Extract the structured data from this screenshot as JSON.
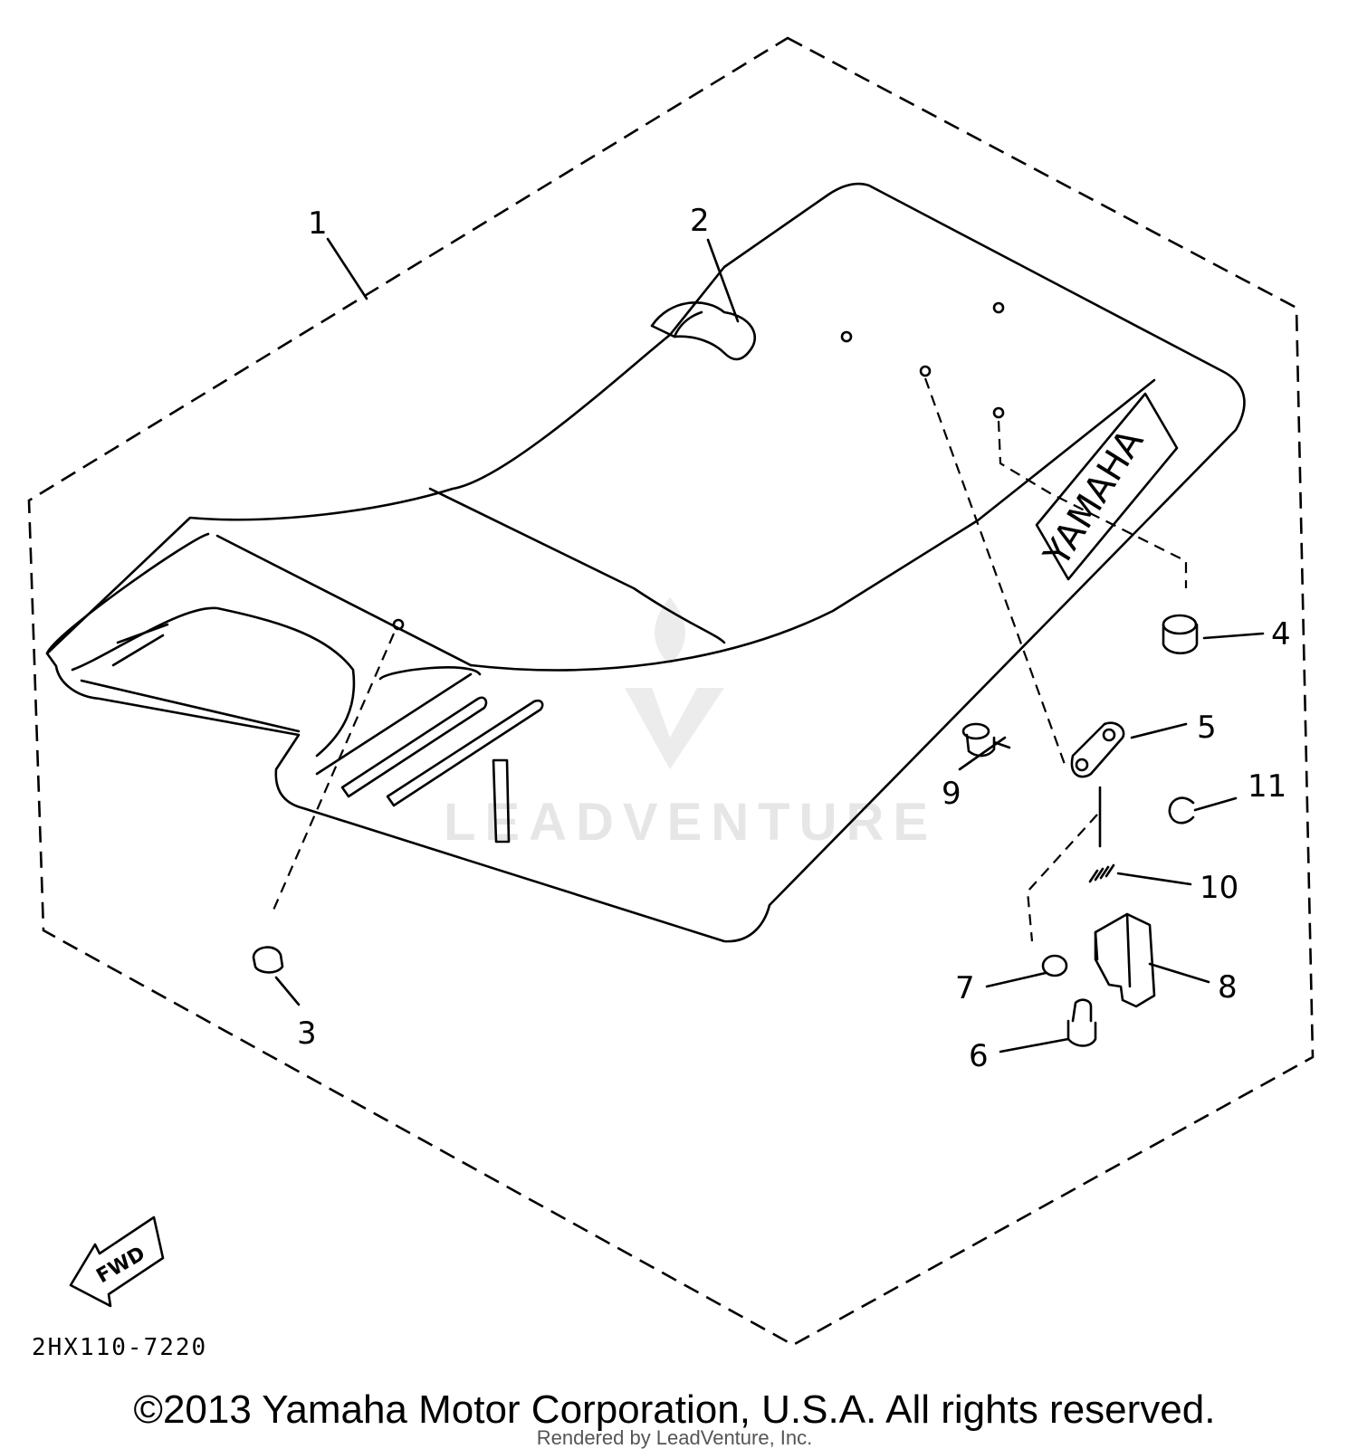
{
  "diagram": {
    "callouts": [
      "1",
      "2",
      "3",
      "4",
      "5",
      "6",
      "7",
      "8",
      "9",
      "10",
      "11"
    ],
    "brand_mark": "YAMAHA",
    "direction_arrow": "FWD",
    "diagram_code": "2HX110-7220",
    "copyright": "©2013 Yamaha Motor Corporation, U.S.A. All rights reserved.",
    "rendered_by": "Rendered by LeadVenture, Inc.",
    "watermark": "LEADVENTURE"
  }
}
